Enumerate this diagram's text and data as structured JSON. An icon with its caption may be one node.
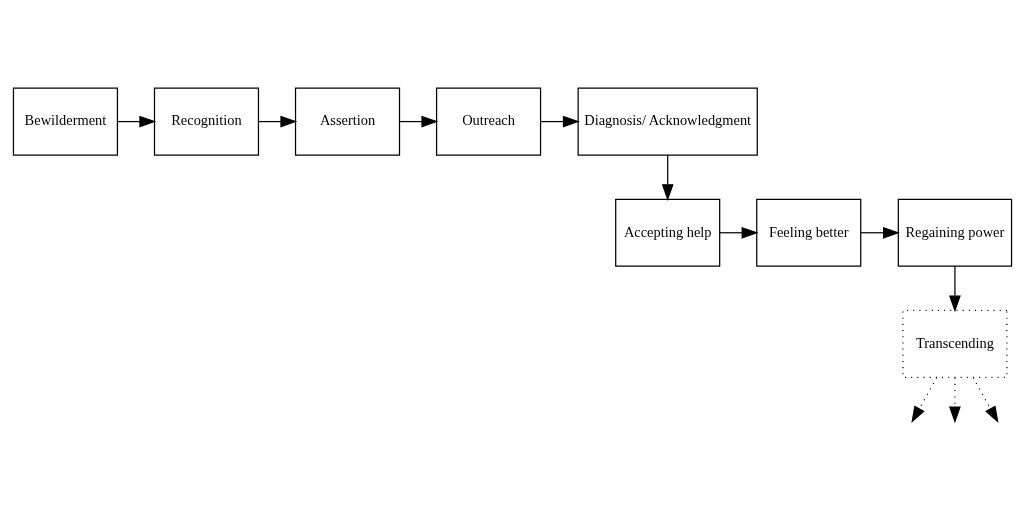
{
  "diagram": {
    "nodes": [
      {
        "text": [
          "Bewilderment"
        ]
      },
      {
        "text": [
          "Recognition"
        ]
      },
      {
        "text": [
          "Assertion"
        ]
      },
      {
        "text": [
          "Outreach"
        ]
      },
      {
        "text": [
          "Diagnosis/ Acknowledgment"
        ]
      },
      {
        "text": [
          "Accepting help"
        ]
      },
      {
        "text": [
          "Feeling better"
        ]
      },
      {
        "text": [
          "Regaining power"
        ]
      },
      {
        "text": [
          "Transcending"
        ]
      }
    ],
    "edges": [
      {
        "from": 0,
        "to": 1,
        "arrow": "to"
      },
      {
        "from": 1,
        "to": 2,
        "arrow": "to"
      },
      {
        "from": 2,
        "to": 3,
        "arrow": "to"
      },
      {
        "from": 3,
        "to": 4,
        "arrow": "to"
      },
      {
        "from": 4,
        "to": 5,
        "arrow": "to"
      },
      {
        "from": 5,
        "to": 6,
        "arrow": "to"
      },
      {
        "from": 6,
        "to": 7,
        "arrow": "to"
      },
      {
        "from": 7,
        "to": 8,
        "arrow": "to"
      },
      {
        "from": 8,
        "to": null,
        "arrow": "to",
        "style": "dashed"
      },
      {
        "from": 8,
        "to": null,
        "arrow": "to",
        "style": "dashed"
      },
      {
        "from": 8,
        "to": null,
        "arrow": "to",
        "style": "dashed"
      }
    ]
  }
}
